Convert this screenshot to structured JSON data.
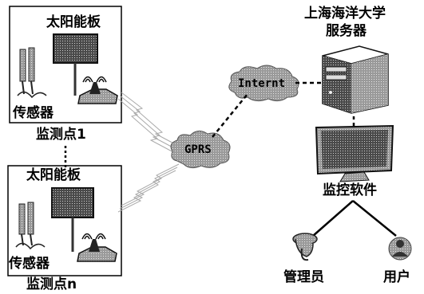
{
  "diagram": {
    "site_1": {
      "solar_panel_label": "太阳能板",
      "sensor_label": "传感器",
      "site_label": "监测点1"
    },
    "site_n": {
      "solar_panel_label": "太阳能板",
      "sensor_label": "传感器",
      "site_label": "监测点n"
    },
    "server_label_line1": "上海海洋大学",
    "server_label_line2": "服务器",
    "internet_label": "Internt",
    "gprs_label": "GPRS",
    "software_label": "监控软件",
    "admin_label": "管理员",
    "user_label": "用户"
  }
}
